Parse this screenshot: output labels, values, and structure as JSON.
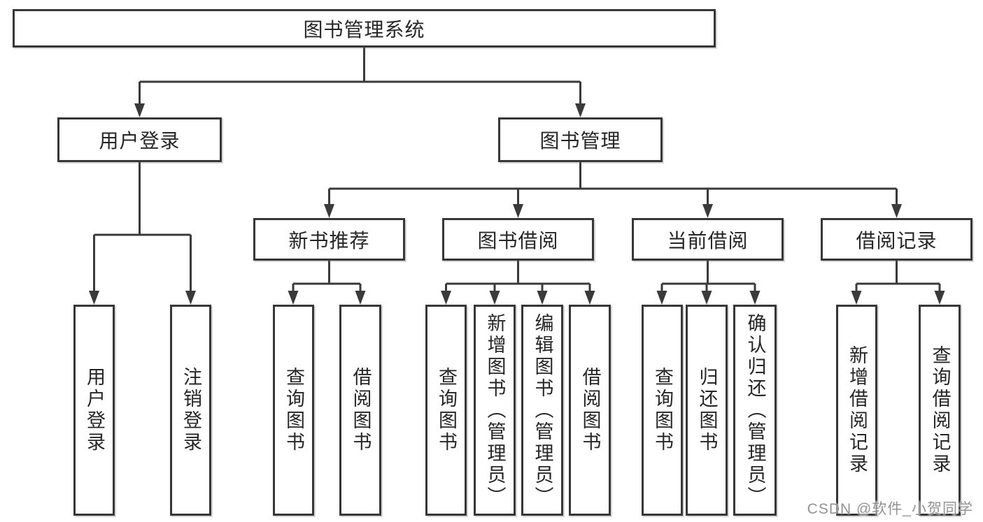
{
  "root": {
    "label": "图书管理系统"
  },
  "branches": [
    {
      "label": "用户登录",
      "leaves": [
        {
          "label": "用户登录"
        },
        {
          "label": "注销登录"
        }
      ]
    },
    {
      "label": "图书管理",
      "sections": [
        {
          "label": "新书推荐",
          "leaves": [
            {
              "label": "查询图书"
            },
            {
              "label": "借阅图书"
            }
          ]
        },
        {
          "label": "图书借阅",
          "leaves": [
            {
              "label": "查询图书"
            },
            {
              "label": "新增图书（管理员）"
            },
            {
              "label": "编辑图书（管理员）"
            },
            {
              "label": "借阅图书"
            }
          ]
        },
        {
          "label": "当前借阅",
          "leaves": [
            {
              "label": "查询图书"
            },
            {
              "label": "归还图书"
            },
            {
              "label": "确认归还（管理员）"
            }
          ]
        },
        {
          "label": "借阅记录",
          "leaves": [
            {
              "label": "新增借阅记录"
            },
            {
              "label": "查询借阅记录"
            }
          ]
        }
      ]
    }
  ],
  "watermark": "CSDN @软件_小贺同学",
  "colors": {
    "line": "#3a3a3a",
    "box_border": "#373737",
    "box_fill": "#ffffff",
    "text": "#262626",
    "watermark": "#8a8a8a"
  }
}
